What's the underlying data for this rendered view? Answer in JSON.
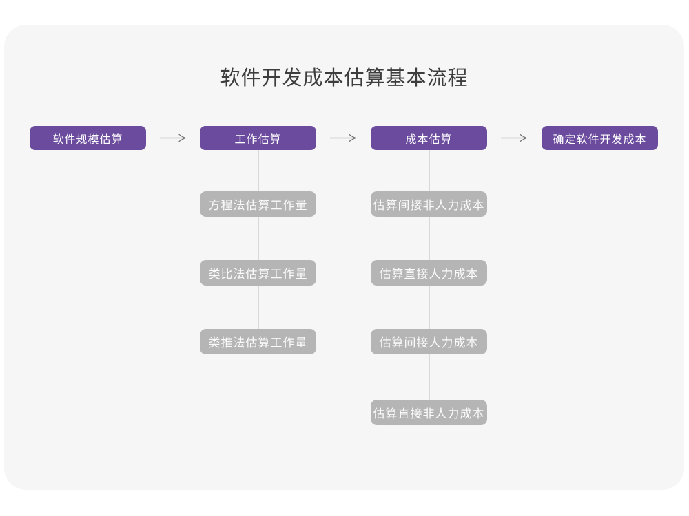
{
  "title": "软件开发成本估算基本流程",
  "colors": {
    "page_bg": "#ffffff",
    "panel_bg": "#f6f6f6",
    "primary_box": "#6b4b9d",
    "secondary_box": "#b5b5b5",
    "connector_line": "#d8d8d8",
    "arrow": "#757575",
    "title_text": "#3d3d3d",
    "box_text": "#ffffff"
  },
  "flow": {
    "main_steps": [
      {
        "label": "软件规模估算",
        "children": []
      },
      {
        "label": "工作估算",
        "children": [
          "方程法估算工作量",
          "类比法估算工作量",
          "类推法估算工作量"
        ]
      },
      {
        "label": "成本估算",
        "children": [
          "估算间接非人力成本",
          "估算直接人力成本",
          "估算间接人力成本",
          "估算直接非人力成本"
        ]
      },
      {
        "label": "确定软件开发成本",
        "children": []
      }
    ],
    "arrow_icon": "right-arrow"
  }
}
